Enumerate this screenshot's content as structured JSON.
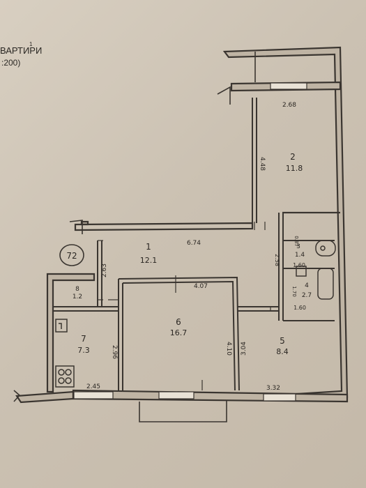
{
  "header": {
    "title_fragment": "ВАРТИРИ",
    "title_mark": "1",
    "scale_fragment": ":200)"
  },
  "apartment_number": "72",
  "rooms": [
    {
      "id": "r1",
      "number": "1",
      "area": "12.1"
    },
    {
      "id": "r2",
      "number": "2",
      "area": "11.8"
    },
    {
      "id": "r3",
      "number": "3",
      "area": "1.4"
    },
    {
      "id": "r4",
      "number": "4",
      "area": "2.7"
    },
    {
      "id": "r5",
      "number": "5",
      "area": "8.4"
    },
    {
      "id": "r6",
      "number": "6",
      "area": "16.7"
    },
    {
      "id": "r7",
      "number": "7",
      "area": "7.3"
    },
    {
      "id": "r8",
      "number": "8",
      "area": "1.2"
    }
  ],
  "dimensions": [
    {
      "id": "d268",
      "text": "2.68"
    },
    {
      "id": "d448",
      "text": "4.48"
    },
    {
      "id": "d674",
      "text": "6.74"
    },
    {
      "id": "d263",
      "text": "2.63"
    },
    {
      "id": "d407",
      "text": "4.07"
    },
    {
      "id": "d296",
      "text": "2.96"
    },
    {
      "id": "d410",
      "text": "4.10"
    },
    {
      "id": "d304",
      "text": "3.04"
    },
    {
      "id": "d245",
      "text": "2.45"
    },
    {
      "id": "d332",
      "text": "3.32"
    },
    {
      "id": "d087",
      "text": "0.87"
    },
    {
      "id": "d258",
      "text": "2.58"
    },
    {
      "id": "d160a",
      "text": "1.60"
    },
    {
      "id": "d170",
      "text": "1.70"
    },
    {
      "id": "d160b",
      "text": "1.60"
    }
  ]
}
